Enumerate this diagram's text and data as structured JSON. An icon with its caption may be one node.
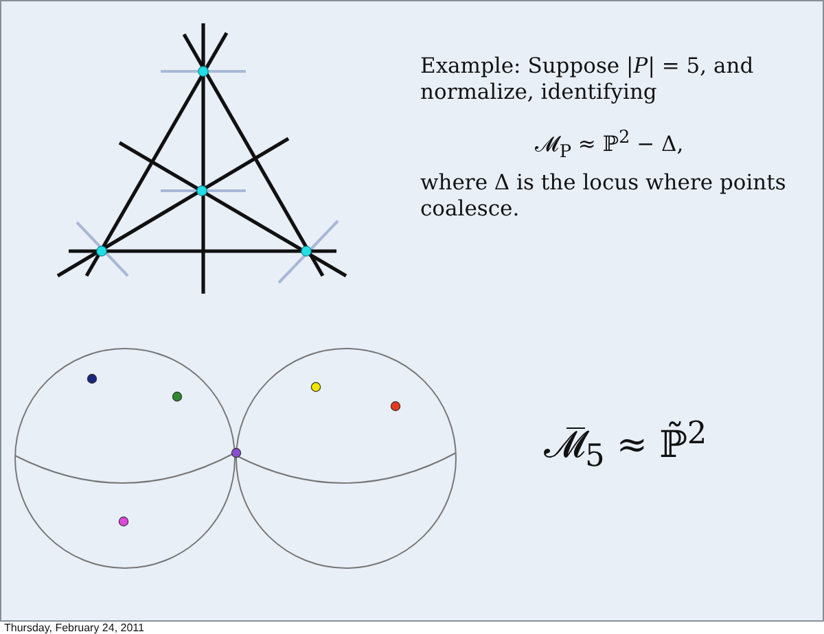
{
  "diagram": {
    "labels": [
      "Example: Suppose |*P*| = 5, and normalize, identifying",
      "𝓜$_{P}$ ≈ ℙ$^{2}$ − Δ,",
      "where Δ is the locus where points coalesce.",
      "𝓜̅$_{5}$ ≈ ℙ̃$^{2}$",
      "Thursday, February 24, 2011"
    ]
  }
}
